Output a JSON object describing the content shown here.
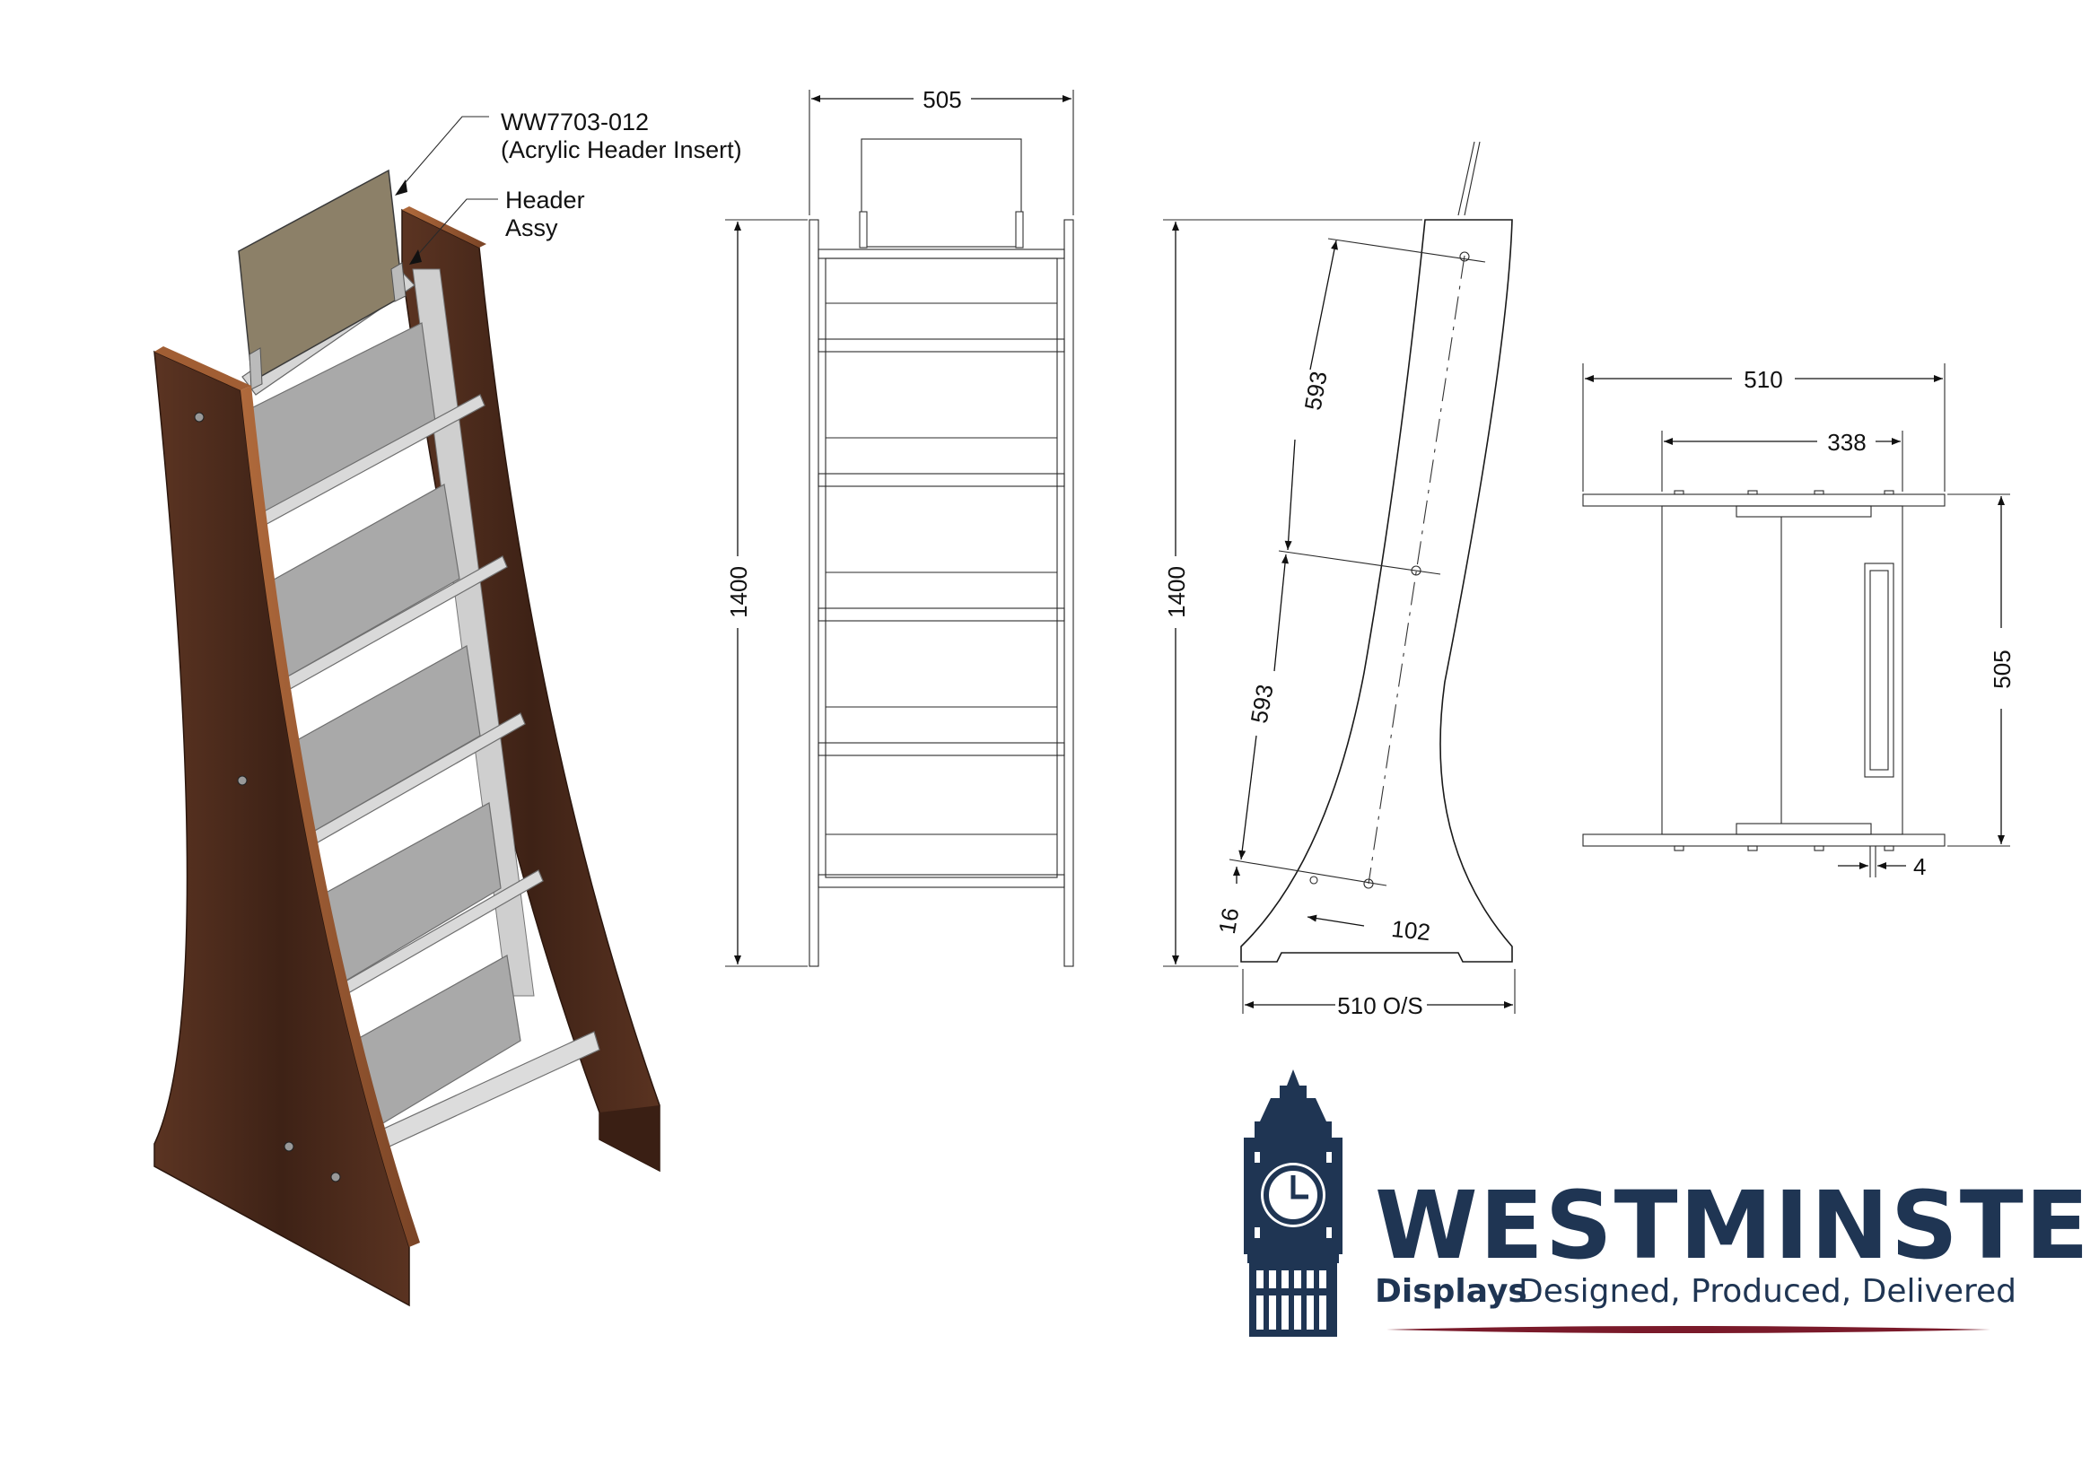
{
  "callouts": {
    "header_insert_code": "WW7703-012",
    "header_insert_name": "(Acrylic Header Insert)",
    "header_assy_line1": "Header",
    "header_assy_line2": "Assy"
  },
  "front_view": {
    "width": "505",
    "height": "1400"
  },
  "side_view": {
    "height": "1400",
    "upper_pitch": "593",
    "lower_pitch": "593",
    "base_offset": "16",
    "hole_offset": "102",
    "base_width": "510 O/S"
  },
  "top_view": {
    "overall_width": "510",
    "inner_width": "338",
    "depth": "505",
    "gap": "4"
  },
  "brand": {
    "name": "WESTMINSTER",
    "sub_bold": "Displays",
    "tagline": "Designed, Produced, Delivered"
  },
  "colors": {
    "wood": "#4a2a1b",
    "panel": "#a8a8a8",
    "acrylic": "#8c8068",
    "navy": "#1f3553",
    "accent": "#7a1a2a"
  }
}
